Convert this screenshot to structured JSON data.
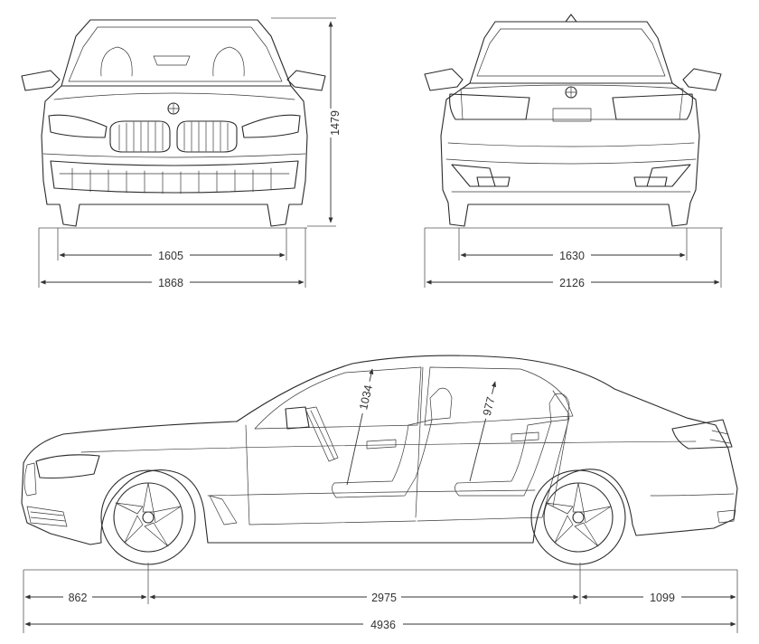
{
  "dimensions": {
    "height": "1479",
    "front_track": "1605",
    "front_width": "1868",
    "rear_track": "1630",
    "rear_width": "2126",
    "front_headroom": "1034",
    "rear_headroom": "977",
    "front_overhang": "862",
    "wheelbase": "2975",
    "rear_overhang": "1099",
    "overall_length": "4936"
  }
}
